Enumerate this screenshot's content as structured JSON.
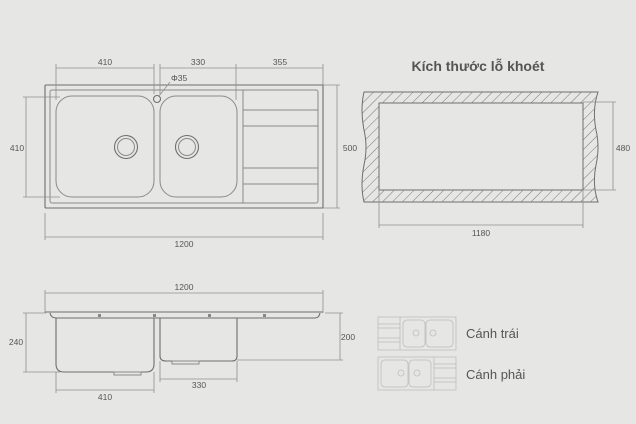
{
  "top_view": {
    "dim_bowl1_width": "410",
    "dim_bowl2_width": "330",
    "dim_drainboard_width": "355",
    "tap_hole": "Φ35",
    "dim_bowl_depth": "410",
    "dim_total_depth": "500",
    "dim_total_width": "1200"
  },
  "cutout": {
    "title": "Kích thước lỗ khoét",
    "dim_height": "480",
    "dim_width": "1180"
  },
  "side_view": {
    "dim_total_width": "1200",
    "dim_bowl1_height": "240",
    "dim_bowl2_height": "200",
    "dim_bowl1_width": "410",
    "dim_bowl2_width": "330"
  },
  "legend": {
    "left_label": "Cánh trái",
    "right_label": "Cánh phải"
  },
  "colors": {
    "background": "#e6e6e4",
    "line": "#8a8a8a",
    "text": "#555555"
  }
}
